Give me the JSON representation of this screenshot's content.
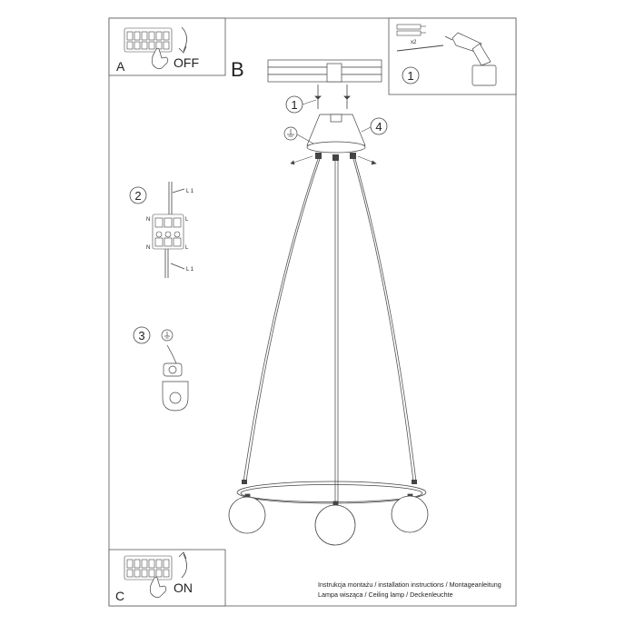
{
  "panels": {
    "a": {
      "letter": "A",
      "action": "OFF"
    },
    "b": {
      "letter": "B"
    },
    "c": {
      "letter": "C",
      "action": "ON"
    }
  },
  "mounting_kit": {
    "quantity": "x2"
  },
  "steps": [
    "1",
    "2",
    "3",
    "4"
  ],
  "wiring": {
    "n": "N",
    "l": "L",
    "l1": "L 1"
  },
  "footer": {
    "line1": "Instrukcja montażu / installation instructions / Montageanleitung",
    "line2": "Lampa wisząca / Ceiling lamp / Deckenleuchte"
  }
}
